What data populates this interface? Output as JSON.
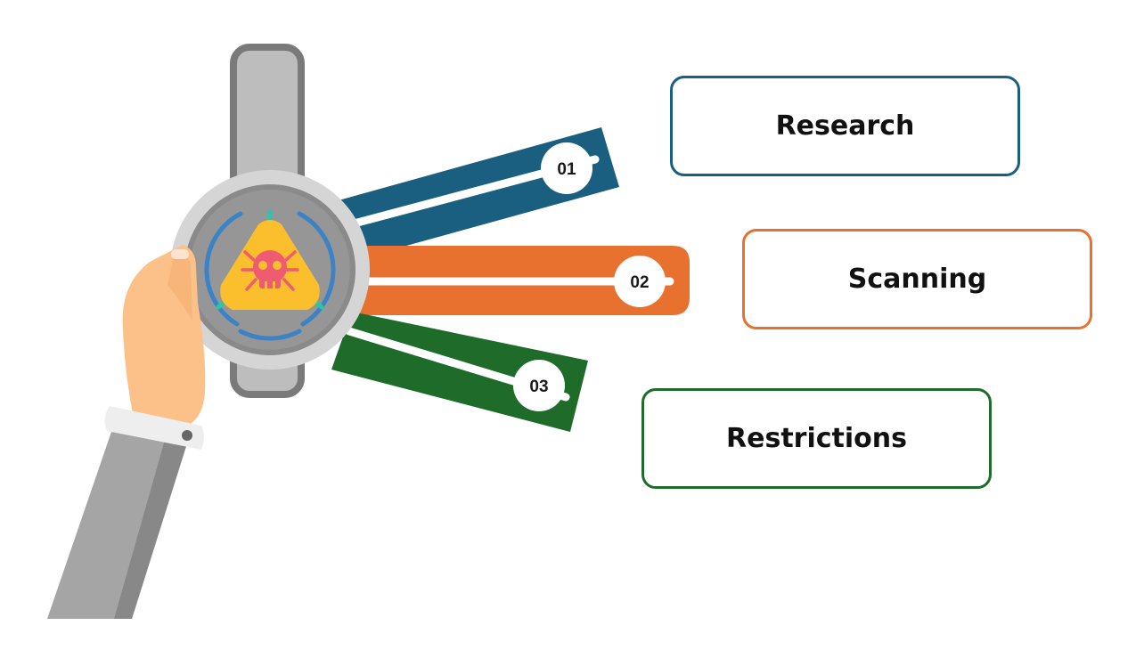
{
  "steps": [
    {
      "number": "01",
      "label": "Research",
      "color": "#1a5f7f"
    },
    {
      "number": "02",
      "label": "Scanning",
      "color": "#e87130"
    },
    {
      "number": "03",
      "label": "Restrictions",
      "color": "#1e6b2a"
    }
  ],
  "icons": {
    "central": "virus-warning-icon",
    "hand": "hand-holding-device-icon"
  },
  "colors": {
    "watch_band": "#bdbdbd",
    "watch_band_border": "#7a7a7a",
    "bezel": "#d5d5d5",
    "dial": "#8a8a8a",
    "warning_triangle": "#fbbf2d",
    "bug": "#ef5b70",
    "crosshair": "#3b83c4",
    "crosshair_ticks": "#2ec4a6",
    "skin": "#fcc189",
    "sleeve": "#a5a5a5"
  }
}
